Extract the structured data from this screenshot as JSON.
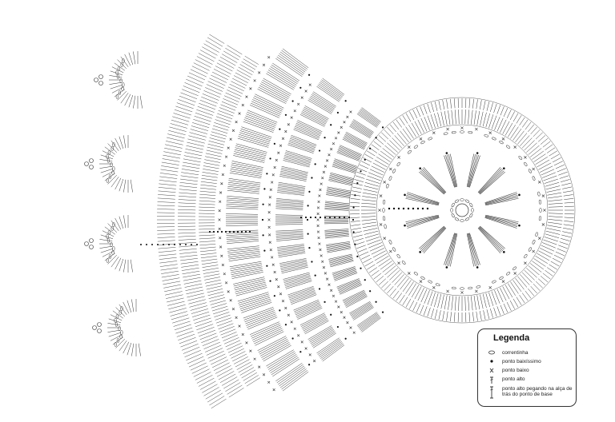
{
  "legend": {
    "title": "Legenda",
    "items": [
      {
        "symbol": "chain-stitch-icon",
        "label": "correntinha"
      },
      {
        "symbol": "slip-stitch-icon",
        "label": "ponto baixíssimo"
      },
      {
        "symbol": "single-crochet-icon",
        "label": "ponto baixo"
      },
      {
        "symbol": "double-crochet-icon",
        "label": "ponto alto"
      },
      {
        "symbol": "back-loop-double-crochet-icon",
        "label": "ponto alto pegando na alça de trás do ponto de base"
      }
    ]
  },
  "colors": {
    "ink": "#333333",
    "background": "#ffffff"
  }
}
